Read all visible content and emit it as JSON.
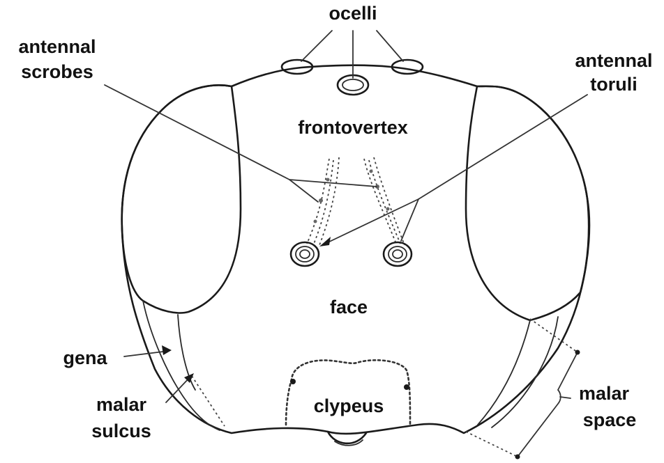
{
  "labels": {
    "ocelli": "ocelli",
    "antennal_scrobes_line1": "antennal",
    "antennal_scrobes_line2": "scrobes",
    "antennal_toruli_line1": "antennal",
    "antennal_toruli_line2": "toruli",
    "frontovertex": "frontovertex",
    "face": "face",
    "gena": "gena",
    "malar_sulcus_line1": "malar",
    "malar_sulcus_line2": "sulcus",
    "clypeus": "clypeus",
    "malar_space_line1": "malar",
    "malar_space_line2": "space"
  },
  "colors": {
    "ink": "#1a1a1a",
    "background": "#ffffff"
  }
}
